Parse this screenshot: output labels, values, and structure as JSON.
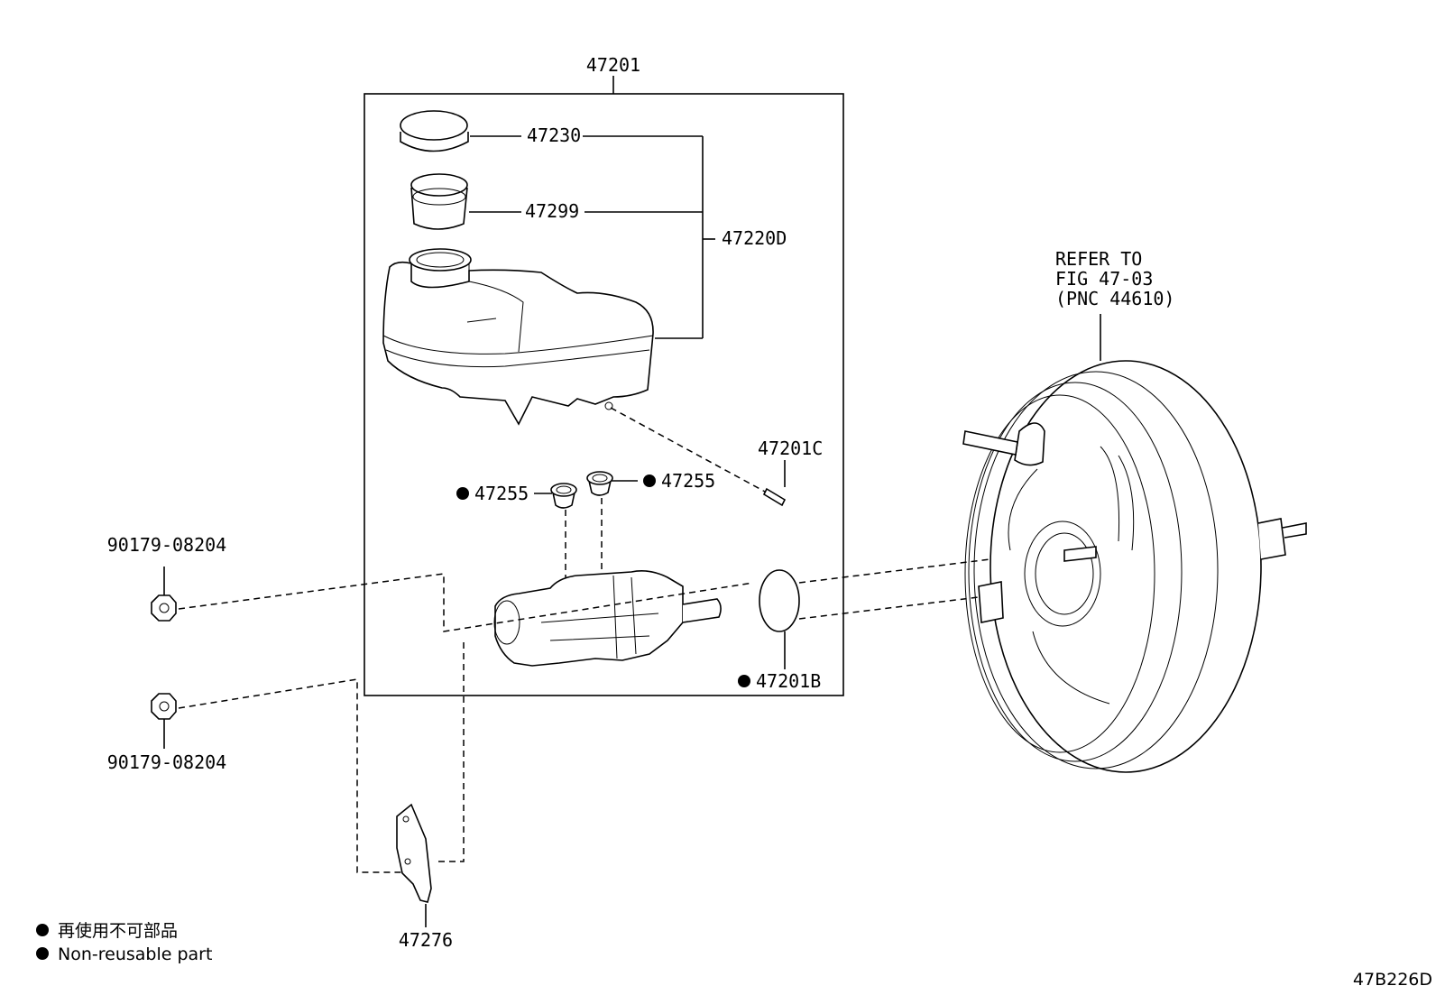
{
  "labels": {
    "assembly": "47201",
    "cap": "47230",
    "strainer": "47299",
    "reservoir_set": "47220D",
    "pin": "47201C",
    "grommet_left": "47255",
    "grommet_right": "47255",
    "oring": "47201B",
    "nut_top": "90179-08204",
    "nut_bottom": "90179-08204",
    "bracket": "47276"
  },
  "refer": {
    "line1": "REFER TO",
    "line2": "FIG 47-03",
    "line3": "(PNC 44610)"
  },
  "legend": {
    "jp": "再使用不可部品",
    "en": "Non-reusable part"
  },
  "figure_code": "47B226D"
}
